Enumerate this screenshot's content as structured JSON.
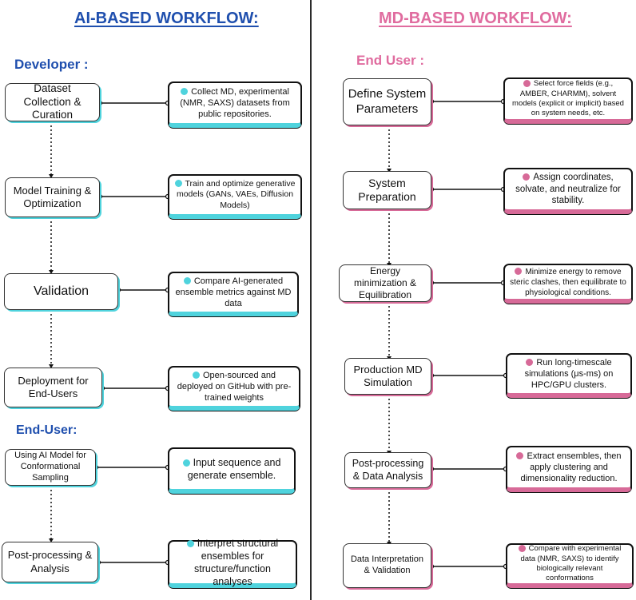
{
  "colors": {
    "left_title": "#1f4fae",
    "right_title": "#e06c9f",
    "left_section": "#1f4fae",
    "right_section": "#e06c9f",
    "teal_accent": "#4fd3dd",
    "pink_accent": "#d76a98"
  },
  "left": {
    "title": "AI-BASED WORKFLOW:",
    "developer_heading": "Developer :",
    "enduser_heading": "End-User:",
    "steps": [
      {
        "label": "Dataset Collection & Curation",
        "note": "Collect MD,  experimental (NMR, SAXS) datasets from public repositories."
      },
      {
        "label": "Model Training & Optimization",
        "note": "Train and optimize generative models (GANs, VAEs, Diffusion Models)"
      },
      {
        "label": "Validation",
        "note": "Compare AI-generated ensemble metrics against MD data"
      },
      {
        "label": "Deployment for End-Users",
        "note": "Open-sourced and deployed on GitHub with pre-trained weights"
      },
      {
        "label": "Using AI Model for Conformational Sampling",
        "note": "Input sequence and generate ensemble."
      },
      {
        "label": "Post-processing & Analysis",
        "note": "Interpret structural ensembles for structure/function analyses"
      }
    ]
  },
  "right": {
    "title": "MD-BASED WORKFLOW:",
    "enduser_heading": "End User :",
    "steps": [
      {
        "label": "Define System Parameters",
        "note": "Select force fields (e.g., AMBER, CHARMM), solvent models (explicit or implicit) based on system needs, etc."
      },
      {
        "label": "System Preparation",
        "note": "Assign coordinates, solvate, and neutralize for stability."
      },
      {
        "label": "Energy minimization & Equilibration",
        "note": "Minimize energy to remove steric clashes, then equilibrate to physiological conditions."
      },
      {
        "label": "Production MD Simulation",
        "note": "Run long-timescale simulations (μs-ms) on HPC/GPU clusters."
      },
      {
        "label": "Post-processing & Data Analysis",
        "note": "Extract ensembles, then apply clustering and dimensionality reduction."
      },
      {
        "label": "Data Interpretation & Validation",
        "note": "Compare with experimental data (NMR, SAXS) to identify biologically relevant conformations"
      }
    ]
  }
}
